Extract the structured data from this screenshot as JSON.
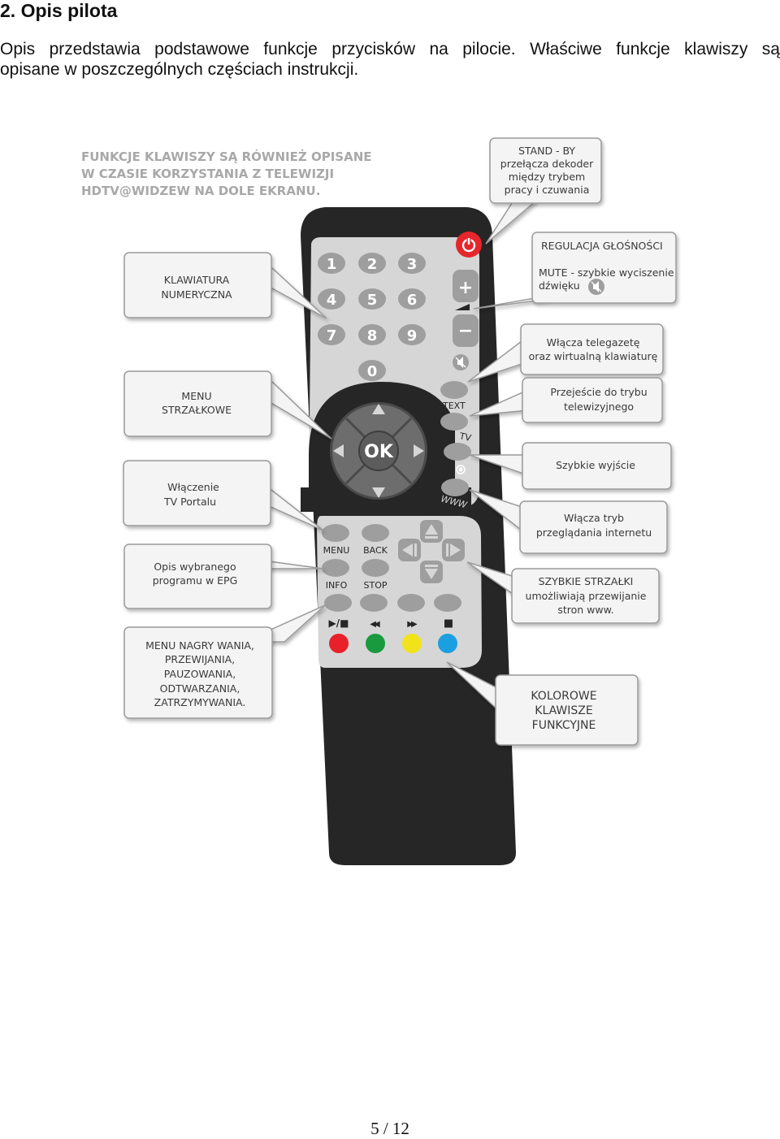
{
  "heading": "2. Opis pilota",
  "intro": {
    "line1": "Opis przedstawia podstawowe funkcje przycisków na pilocie. Właściwe funkcje klawiszy są",
    "line2": "opisane w poszczególnych częściach instrukcji."
  },
  "notice": {
    "line1": "FUNKCJE KLAWISZY SĄ RÓWNIEŻ OPISANE",
    "line2": "W CZASIE  KORZYSTANIA Z TELEWIZJI",
    "line3": "HDTV@WIDZEW NA DOLE EKRANU."
  },
  "callouts": {
    "standby": [
      "STAND - BY",
      "przełącza dekoder",
      "między trybem",
      "pracy i czuwania"
    ],
    "volume": [
      "REGULACJA  GŁOŚNOŚCI",
      "MUTE - szybkie wyciszenie",
      "dźwięku"
    ],
    "numeric": [
      "KLAWIATURA",
      "NUMERYCZNA"
    ],
    "teletext": [
      "Włącza telegazetę",
      "oraz wirtualną klawiaturę"
    ],
    "tv_mode": [
      "Przejeście do trybu",
      "telewizyjnego"
    ],
    "arrows_menu": [
      "MENU",
      "STRZAŁKOWE"
    ],
    "quick_exit": [
      "Szybkie wyjście"
    ],
    "tv_portal": [
      "Włączenie",
      "TV Portalu"
    ],
    "internet": [
      "Włącza tryb",
      "przeglądania internetu"
    ],
    "epg": [
      "Opis wybranego",
      "programu w EPG"
    ],
    "quick_arrows": [
      "SZYBKIE STRZAŁKI",
      "umożliwiają przewijanie",
      "stron www."
    ],
    "recording": [
      "MENU NAGRY WANIA,",
      "PRZEWIJANIA,",
      "PAUZOWANIA,",
      "ODTWARZANIA,",
      "ZATRZYMYWANIA."
    ],
    "color_keys": [
      "KOLOROWE",
      "KLAWISZE",
      "FUNKCYJNE"
    ]
  },
  "remote": {
    "digits": [
      "1",
      "2",
      "3",
      "4",
      "5",
      "6",
      "7",
      "8",
      "9",
      "0"
    ],
    "ok_label": "OK",
    "text_label": "TEXT",
    "tv_label": "TV",
    "www_label": "WWW",
    "menu_label": "MENU",
    "back_label": "BACK",
    "info_label": "INFO",
    "stop_label": "STOP",
    "plus_glyph": "+",
    "minus_glyph": "−",
    "playpause_glyph": "▶/■",
    "rewind_glyph": "◀◀",
    "forward_glyph": "▶▶",
    "stop_glyph": "■"
  },
  "colors": {
    "remote_body": "#262626",
    "panel": "#d6d6d6",
    "button": "#9e9e9e",
    "power": "#e5262b",
    "red_key": "#e8202a",
    "green_key": "#1a9a3e",
    "yellow_key": "#f2e21a",
    "blue_key": "#1aa0e0"
  },
  "page_number": "5 / 12"
}
